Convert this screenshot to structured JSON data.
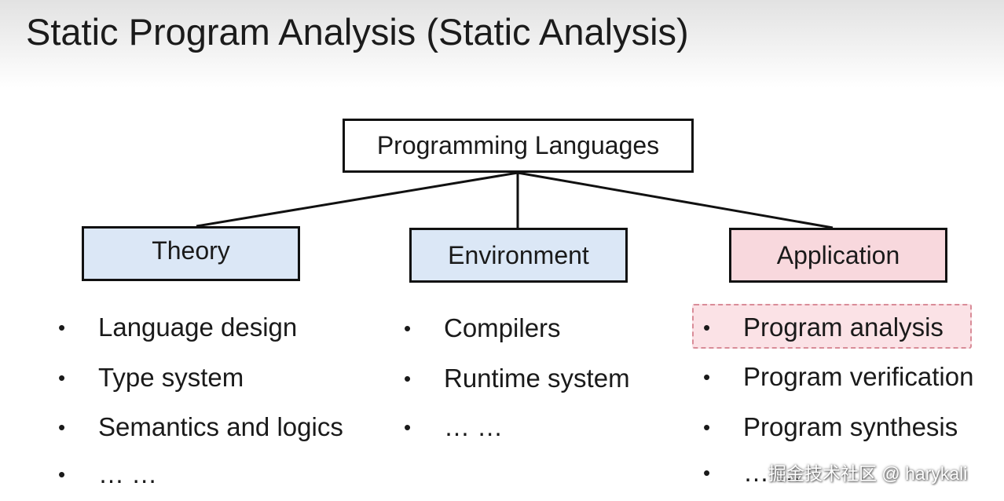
{
  "title": "Static Program Analysis (Static Analysis)",
  "root": {
    "label": "Programming Languages"
  },
  "branches": [
    {
      "label": "Theory",
      "items": [
        "Language design",
        "Type system",
        "Semantics and logics",
        "… …"
      ]
    },
    {
      "label": "Environment",
      "items": [
        "Compilers",
        "Runtime system",
        "… …"
      ]
    },
    {
      "label": "Application",
      "items": [
        "Program analysis",
        "Program verification",
        "Program synthesis",
        "… …"
      ],
      "highlighted_item": "Program analysis"
    }
  ],
  "bullet": "•",
  "watermark": "掘金技术社区 @ harykali",
  "colors": {
    "theory_fill": "#dbe7f6",
    "environment_fill": "#dbe7f6",
    "application_fill": "#f8d8dd",
    "highlight_fill": "#fbe2e6",
    "highlight_border": "#d98c98",
    "box_border": "#111111"
  }
}
